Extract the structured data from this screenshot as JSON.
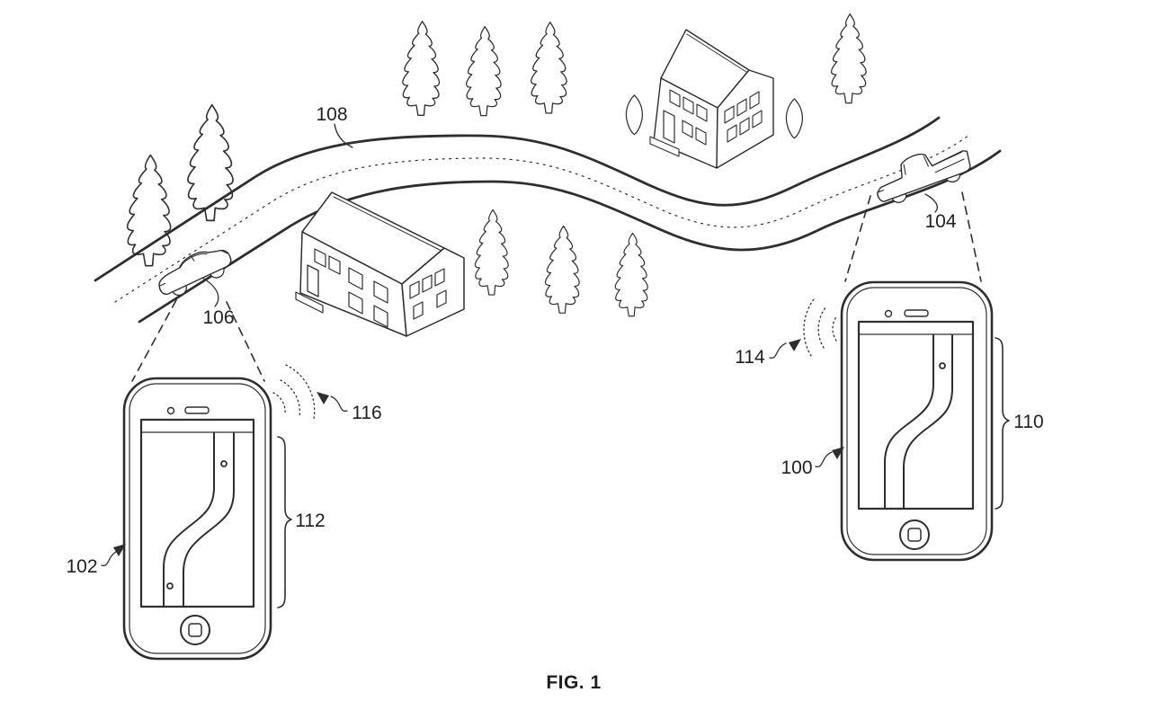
{
  "figure": {
    "type": "patent-drawing",
    "caption": "FIG. 1",
    "colors": {
      "ink": "#2e2e2e",
      "background": "#ffffff"
    },
    "reference_labels": {
      "road": "108",
      "left_car": "106",
      "right_car": "104",
      "left_phone": "102",
      "right_phone": "100",
      "left_screen_bracket": "112",
      "right_screen_bracket": "110",
      "left_signal": "116",
      "right_signal": "114"
    },
    "components": {
      "road": "curved two-lane road with dotted centerline",
      "left_car": "sedan driving on road",
      "right_car": "pickup truck driving on road",
      "left_phone": "smartphone showing navigation map with route and two location dots",
      "right_phone": "smartphone showing navigation map with route and one location dot",
      "left_signal": "wireless-signal-icon",
      "right_signal": "wireless-signal-icon",
      "scenery": "pine trees, bushes, two isometric houses"
    }
  }
}
